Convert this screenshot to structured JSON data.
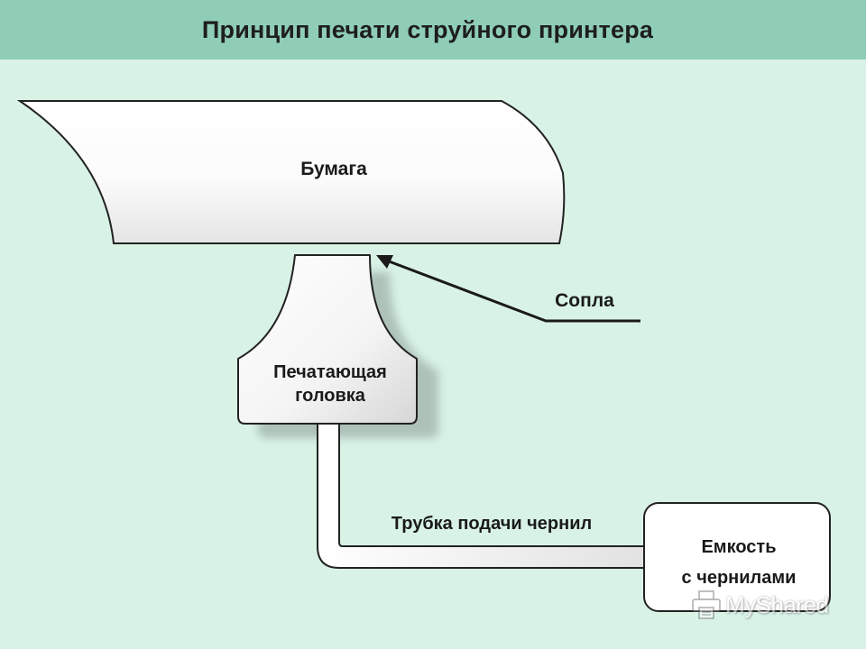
{
  "title": "Принцип печати струйного принтера",
  "labels": {
    "paper": "Бумага",
    "nozzle": "Сопла",
    "head_line1": "Печатающая",
    "head_line2": "головка",
    "tube": "Трубка подачи чернил",
    "tank_line1": "Емкость",
    "tank_line2": "с чернилами"
  },
  "watermark": {
    "text": "MyShared",
    "icon": "printer-icon"
  },
  "colors": {
    "background": "#d8f2e6",
    "title_bar": "#8fcdb7",
    "outline": "#222222",
    "fill": "#ffffff"
  }
}
